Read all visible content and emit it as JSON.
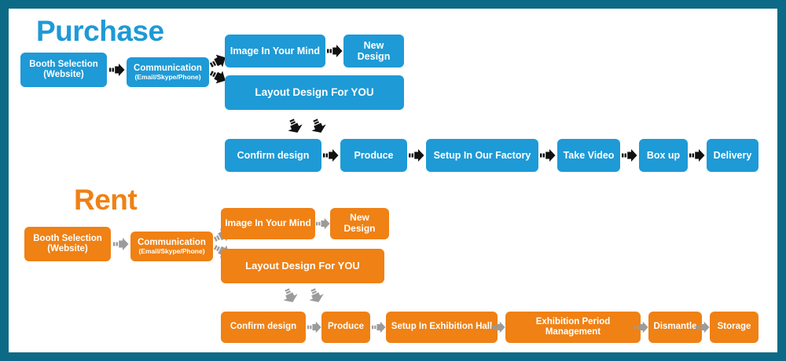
{
  "frame": {
    "border_color": "#0d6a86",
    "background": "#ffffff"
  },
  "palette": {
    "purchase_color": "#1e9ad6",
    "rent_color": "#ef8115",
    "purchase_arrow_color": "#111111",
    "rent_arrow_color": "#9b9b9b"
  },
  "sections": [
    {
      "id": "purchase",
      "title": "Purchase",
      "color": "#1e9ad6",
      "arrow_color": "#111111",
      "steps": {
        "booth_selection_line1": "Booth Selection",
        "booth_selection_line2": "(Website)",
        "communication_line1": "Communication",
        "communication_line2": "(Email/Skype/Phone)",
        "image_in_your_mind": "Image In Your Mind",
        "new_design": "New Design",
        "layout_design": "Layout Design For YOU",
        "confirm_design": "Confirm design",
        "produce": "Produce",
        "setup": "Setup In Our Factory",
        "take_video": "Take Video",
        "box_up": "Box up",
        "delivery": "Delivery"
      }
    },
    {
      "id": "rent",
      "title": "Rent",
      "color": "#ef8115",
      "arrow_color": "#9b9b9b",
      "steps": {
        "booth_selection_line1": "Booth Selection",
        "booth_selection_line2": "(Website)",
        "communication_line1": "Communication",
        "communication_line2": "(Email/Skype/Phone)",
        "image_in_your_mind": "Image In Your Mind",
        "new_design": "New Design",
        "layout_design": "Layout Design For YOU",
        "confirm_design": "Confirm design",
        "produce": "Produce",
        "setup": "Setup In Exhibition Hall",
        "exhibition_period": "Exhibition Period Management",
        "dismantle": "Dismantle",
        "storage": "Storage"
      }
    }
  ]
}
